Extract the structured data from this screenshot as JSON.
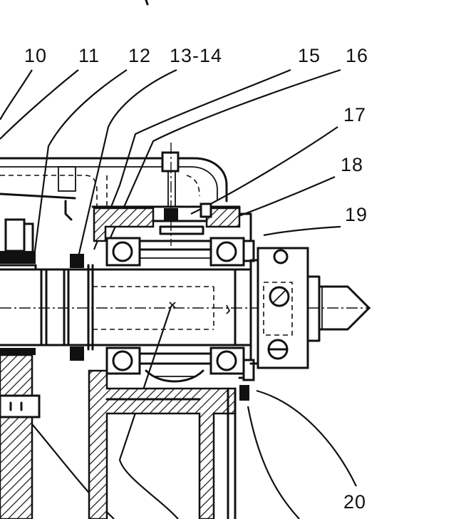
{
  "labels": {
    "l10": "10",
    "l11": "11",
    "l12": "12",
    "l13_14": "13-14",
    "l15": "15",
    "l16": "16",
    "l17": "17",
    "l18": "18",
    "l19": "19",
    "l20": "20"
  }
}
